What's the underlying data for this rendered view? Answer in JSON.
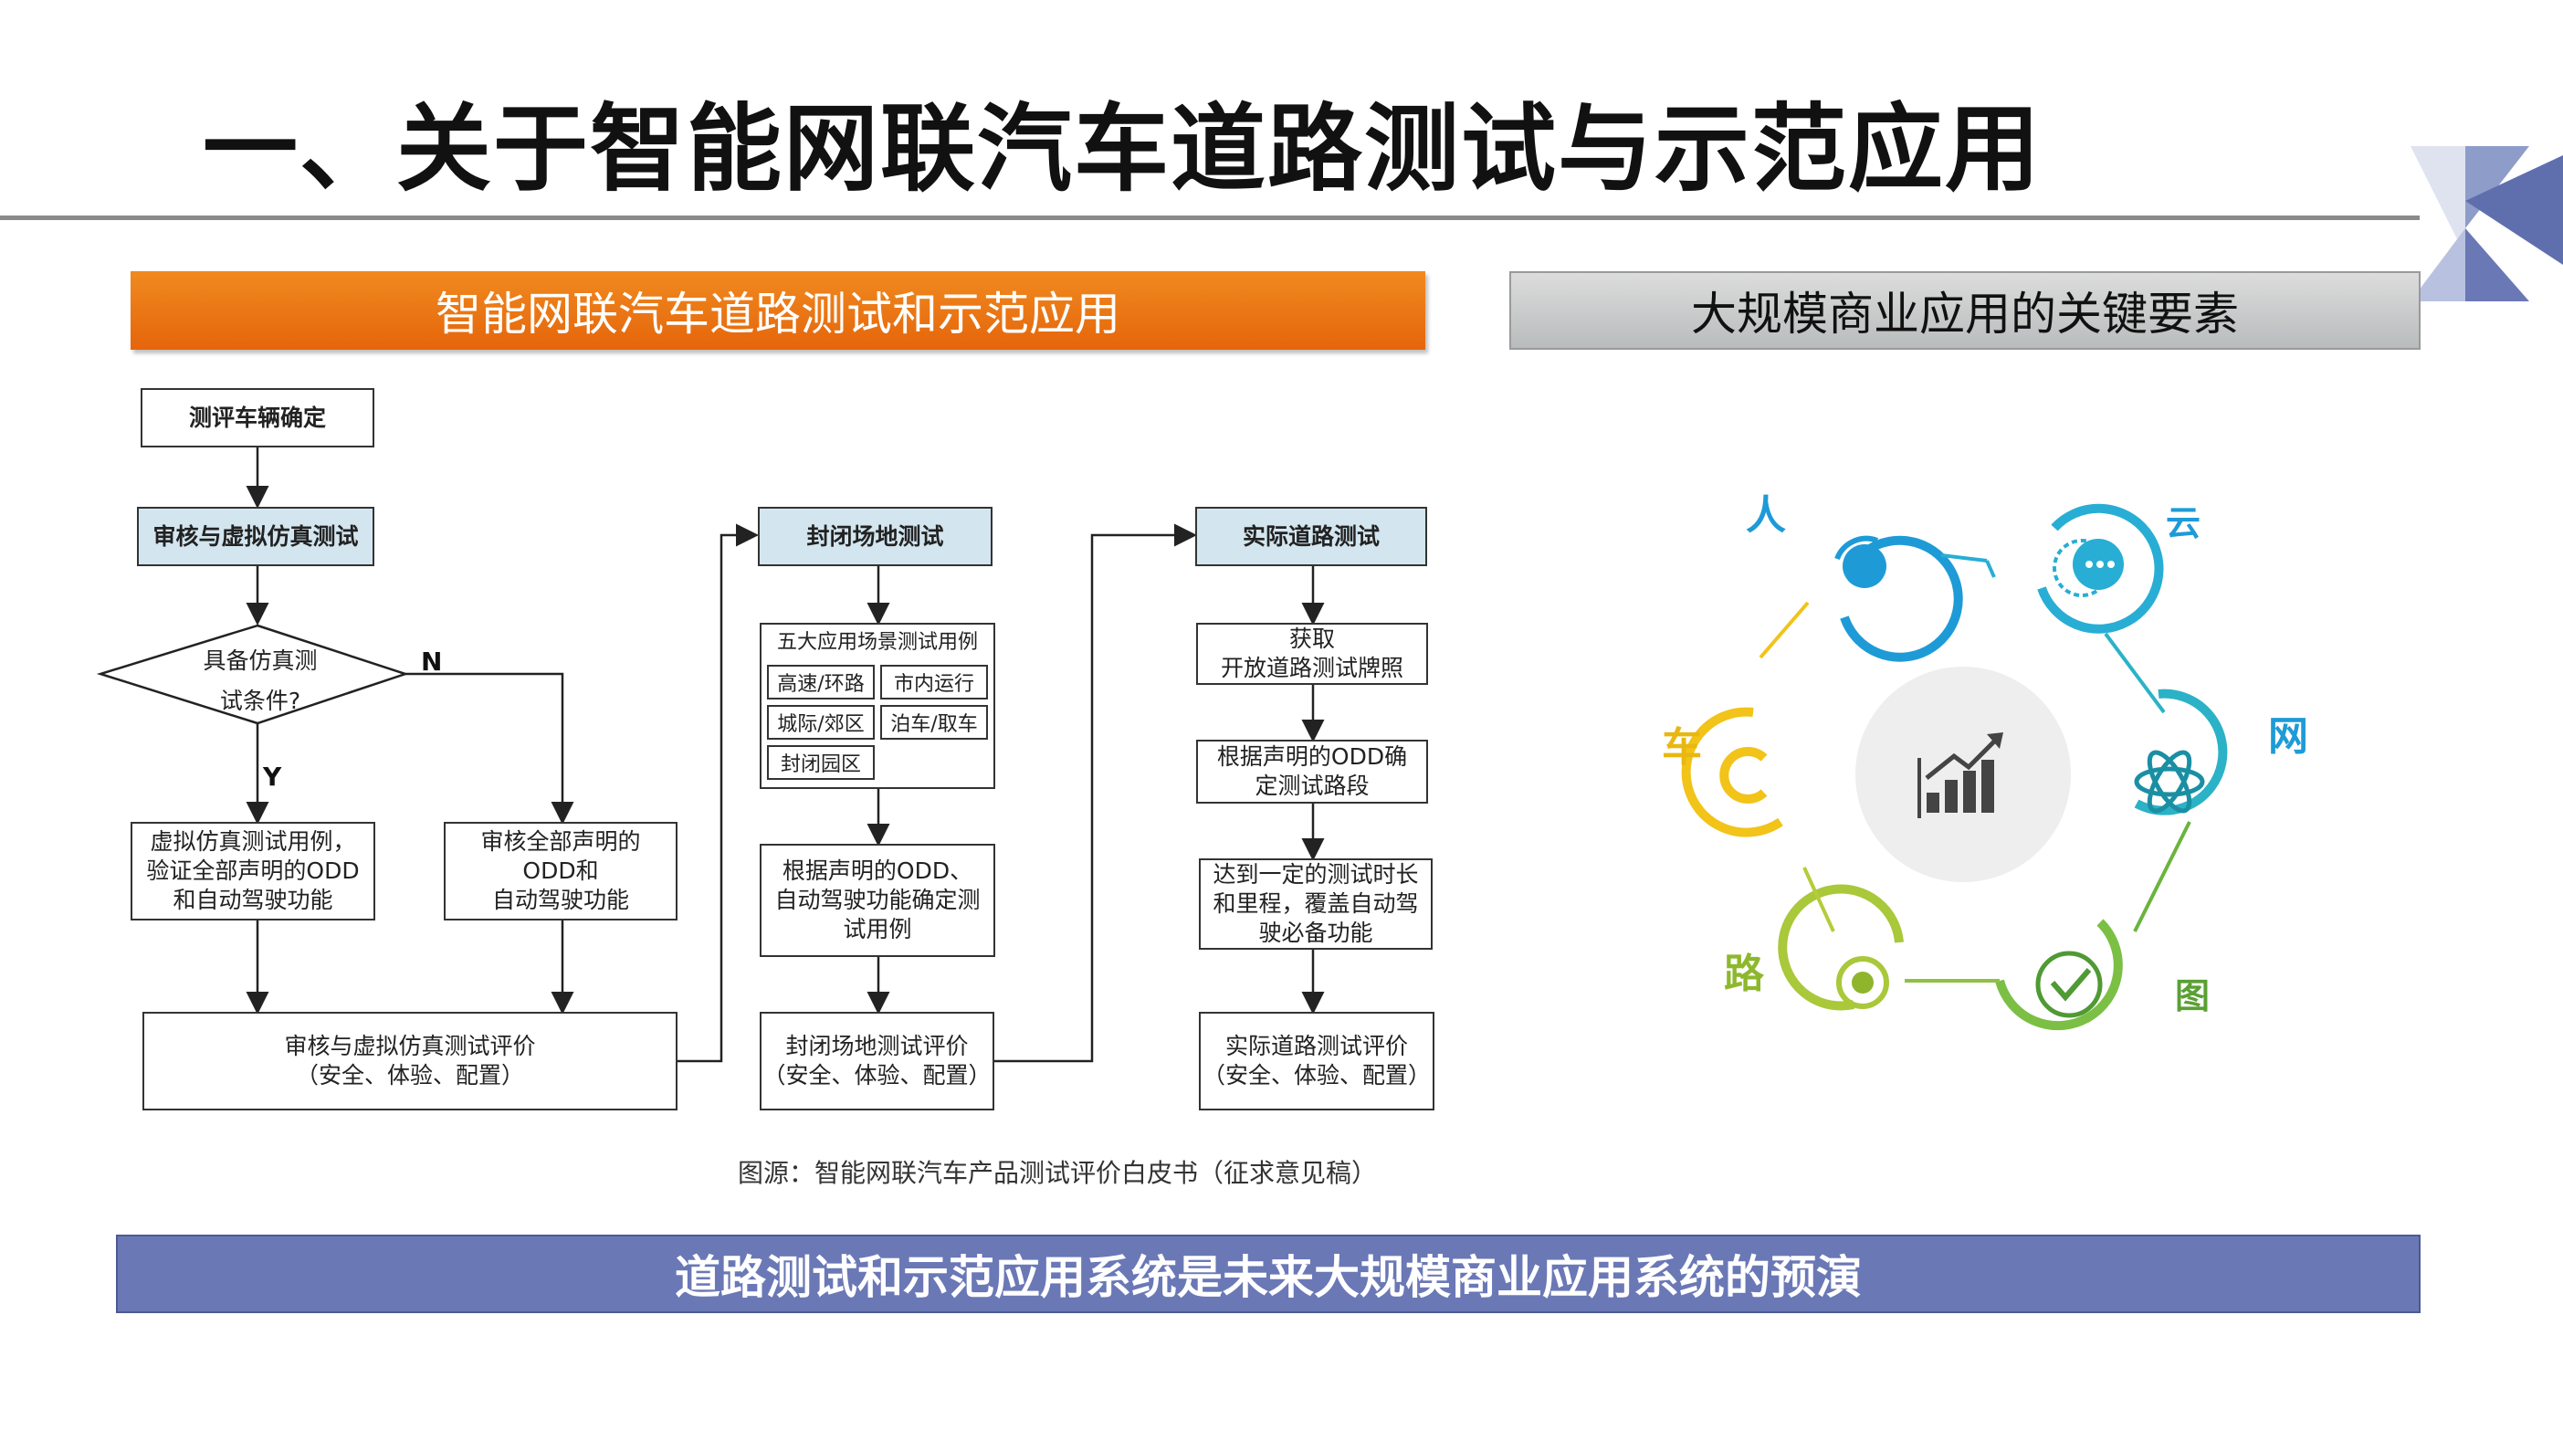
{
  "title": "一、关于智能网联汽车道路测试与示范应用",
  "left_header": "智能网联汽车道路测试和示范应用",
  "right_header": "大规模商业应用的关键要素",
  "banner": "道路测试和示范应用系统是未来大规模商业应用系统的预演",
  "caption": "图源：智能网联汽车产品测试评价白皮书（征求意见稿）",
  "flow": {
    "vehicle": "测评车辆确定",
    "review_sim": "审核与虚拟仿真测试",
    "decision": "具备仿真测\n试条件?",
    "yes": "Y",
    "no": "N",
    "virtual": "虚拟仿真测试用例，\n验证全部声明的ODD\n和自动驾驶功能",
    "audit": "审核全部声明的\nODD和\n自动驾驶功能",
    "review_eval": "审核与虚拟仿真测试评价\n（安全、体验、配置）",
    "closed": "封闭场地测试",
    "scenario_title": "五大应用场景测试用例",
    "scenarios": [
      "高速/环路",
      "市内运行",
      "城际/郊区",
      "泊车/取车",
      "封闭园区"
    ],
    "closed_case": "根据声明的ODD、\n自动驾驶功能确定测\n试用例",
    "closed_eval": "封闭场地测试评价\n（安全、体验、配置）",
    "road": "实际道路测试",
    "license": "获取\n开放道路测试牌照",
    "segment": "根据声明的ODD确\n定测试路段",
    "mileage": "达到一定的测试时长\n和里程，覆盖自动驾\n驶必备功能",
    "road_eval": "实际道路测试评价\n（安全、体验、配置）"
  },
  "elements": {
    "ren": "人",
    "yun": "云",
    "wang": "网",
    "tu": "图",
    "lu": "路",
    "che": "车"
  },
  "colors": {
    "orange": "#e8700f",
    "blue_accent": "#1e9bd7",
    "cyan": "#2bb2c6",
    "green": "#6cb33f",
    "yellow": "#f2c318",
    "banner": "#6a78b6"
  }
}
